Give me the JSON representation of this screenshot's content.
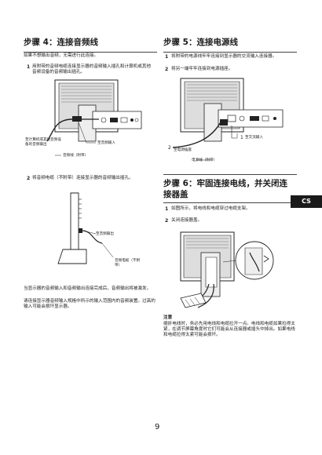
{
  "left": {
    "step4_title": "步骤 4：连接音频线",
    "step4_intro": "如果不想输出音频，无需进行此连接。",
    "item1_num": "1",
    "item1_text": "用附带的音频电缆连接显示器的音频输入插孔和计算机或其他音频设备的音频输出插孔。",
    "fig1_labels": {
      "pc_audio_out": "至计算机或其他音频设备的音频输出",
      "audio_in": "至音频输入",
      "audio_cable": "音频线（附带）"
    },
    "item2_num": "2",
    "item2_text": "将音频电缆（不附带）连接显示器的音频输出插孔。",
    "fig2_labels": {
      "audio_out": "至音频输出",
      "audio_cable": "音频电缆（不附带）"
    },
    "note_para1": "当显示器的音频输入和音频输出连接完成后，音频输出将被激发。",
    "note_para2": "请连接显示器音频输入规格中所示的输入范围内的音频装置。过高的输入可能会损坏显示器。"
  },
  "right": {
    "step5_title": "步骤 5：连接电源线",
    "item1_num": "1",
    "item1_text": "将附带的电源线牢牢连接到显示器的交流输入连接器。",
    "item2_num": "2",
    "item2_text": "将另一端牢牢连接到电源插座。",
    "fig3_labels": {
      "ac_in": "至交流输入",
      "outlet": "至电源插座",
      "power_cord": "电源线（附带）",
      "marker1": "1",
      "marker2": "2"
    },
    "step6_title": "步骤 6：牢固连接电线，并关闭连接器盖",
    "item3_num": "1",
    "item3_text": "如图所示，将电线和电缆穿过电缆支架。",
    "item4_num": "2",
    "item4_text": "关闭连接器盖。",
    "note_heading": "注意",
    "note_text": "缩折电线时，务必先用电线和电缆拉开一点。电线和电缆如果拉得太紧，在调节屏幕角度时它们可能会从连接器或插头中掉出。如果电线和电缆拉得太紧可能会损坏。"
  },
  "side_tab": "CS",
  "page_number": "9"
}
